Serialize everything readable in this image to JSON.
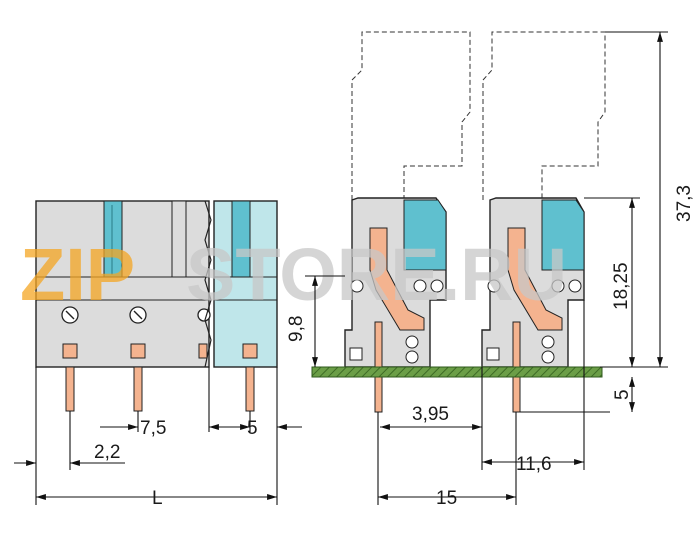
{
  "watermark": {
    "brand": "ZIP",
    "site": "STORE.RU"
  },
  "dimensions": {
    "pitch_front": "7,5",
    "pitch_end": "5",
    "offset_first": "2,2",
    "overall_length": "L",
    "pin_offset": "3,95",
    "depth_15": "15",
    "depth_116": "11,6",
    "height_98": "9,8",
    "height_1825": "18,25",
    "height_373": "37,3",
    "pin_length": "5"
  },
  "colors": {
    "housing_gray": "#dcdcdc",
    "release_blue": "#5fc0cf",
    "endplate_blue": "#bfe6ea",
    "pin_copper": "#f4b38f",
    "pcb_green": "#5a8e3a",
    "watermark_orange": "#f5a623",
    "watermark_gray": "#c8c8c8"
  }
}
